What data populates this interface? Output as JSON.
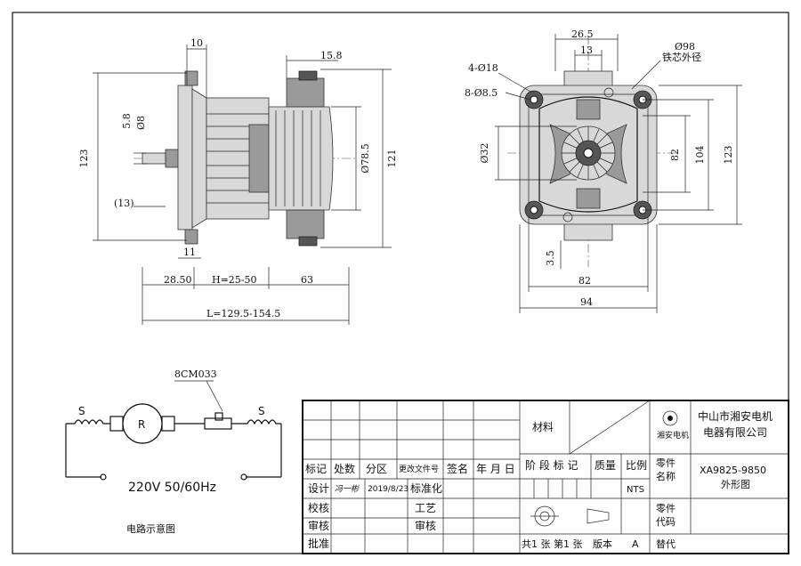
{
  "side_view": {
    "dim_10": "10",
    "dim_15_8": "15.8",
    "dim_123": "123",
    "dim_121": "121",
    "dim_5_8": "5.8",
    "dim_phi8": "Ø8",
    "dim_13p": "(13)",
    "dim_phi78_5": "Ø78.5",
    "dim_11": "11",
    "dim_28_50": "28.50",
    "dim_H": "H=25-50",
    "dim_63": "63",
    "dim_L": "L=129.5-154.5"
  },
  "front_view": {
    "dim_26_5": "26.5",
    "dim_13": "13",
    "dim_phi98": "Ø98",
    "core_label": "铁芯外径",
    "holes_4": "4-Ø18",
    "holes_8": "8-Ø8.5",
    "dim_phi32": "Ø32",
    "dim_82v": "82",
    "dim_104": "104",
    "dim_123": "123",
    "dim_3_5": "3.5",
    "dim_82h": "82",
    "dim_94": "94"
  },
  "circuit": {
    "part": "8CM033",
    "s_left": "S",
    "s_right": "S",
    "rotor": "R",
    "voltage": "220V 50/60Hz",
    "caption": "电路示意图"
  },
  "title_block": {
    "material_label": "材料",
    "company_line1": "中山市湘安电机",
    "company_line2": "电器有限公司",
    "logo_text": "湘安电机",
    "headers": [
      "标记",
      "处数",
      "分区",
      "更改文件号",
      "签名",
      "年 月 日"
    ],
    "design_label": "设计",
    "design_sign": "冯一彬",
    "design_date": "2019/8/23",
    "standard_label": "标准化",
    "check_label": "校核",
    "process_label": "工艺",
    "review_label": "审核",
    "review_label2": "审核",
    "approve_label": "批准",
    "stage_label": "阶 段 标 记",
    "weight_label": "质量",
    "scale_label": "比例",
    "scale_value": "NTS",
    "part_name_label": "零件名称",
    "part_name_value_1": "XA9825-9850",
    "part_name_value_2": "外形图",
    "part_code_label": "零件代码",
    "sheets_label": "共1 张 第1 张",
    "version_label": "版本",
    "version_value": "A",
    "replace_label": "替代"
  }
}
